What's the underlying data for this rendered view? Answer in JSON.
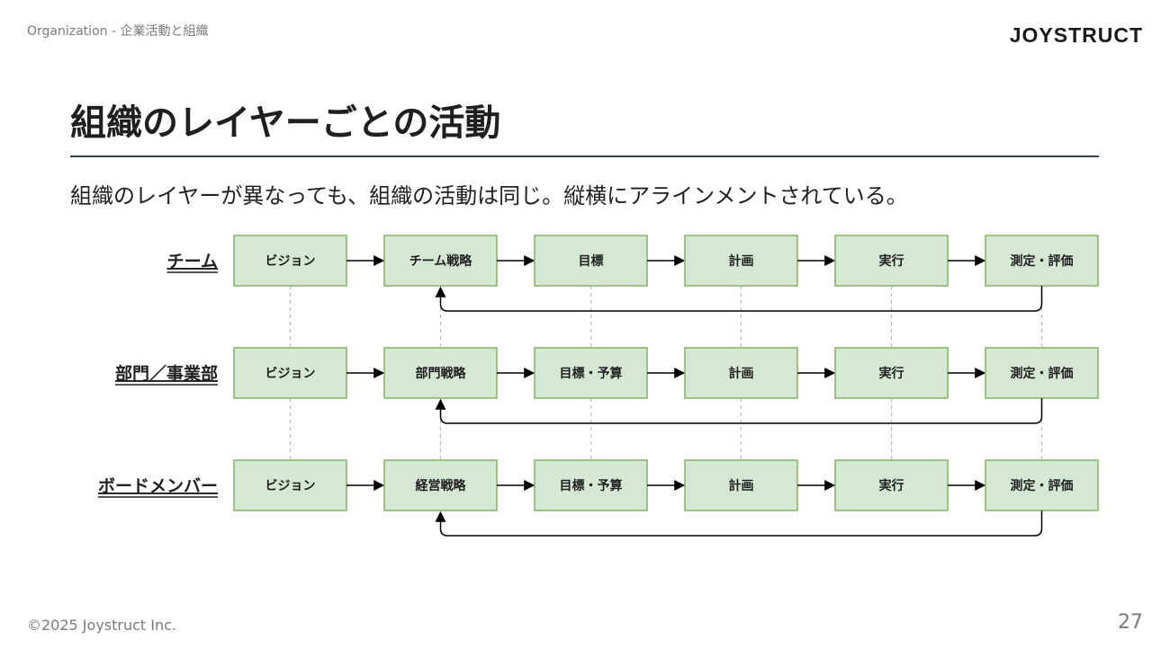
{
  "header": {
    "breadcrumb": "Organization - 企業活動と組織",
    "logo": "JOYSTRUCT"
  },
  "title": "組織のレイヤーごとの活動",
  "subtitle": "組織のレイヤーが異なっても、組織の活動は同じ。縦横にアラインメントされている。",
  "diagram": {
    "rows": [
      {
        "label": "チーム",
        "steps": [
          "ビジョン",
          "チーム戦略",
          "目標",
          "計画",
          "実行",
          "測定・評価"
        ]
      },
      {
        "label": "部門／事業部",
        "steps": [
          "ビジョン",
          "部門戦略",
          "目標・予算",
          "計画",
          "実行",
          "測定・評価"
        ]
      },
      {
        "label": "ボードメンバー",
        "steps": [
          "ビジョン",
          "経営戦略",
          "目標・予算",
          "計画",
          "実行",
          "測定・評価"
        ]
      }
    ],
    "colors": {
      "box_fill": "#d5e8d4",
      "box_stroke": "#82b366",
      "guide": "#bdbdbd",
      "rule": "#33415c"
    }
  },
  "footer": {
    "copyright": "©2025 Joystruct Inc.",
    "page_number": "27"
  }
}
